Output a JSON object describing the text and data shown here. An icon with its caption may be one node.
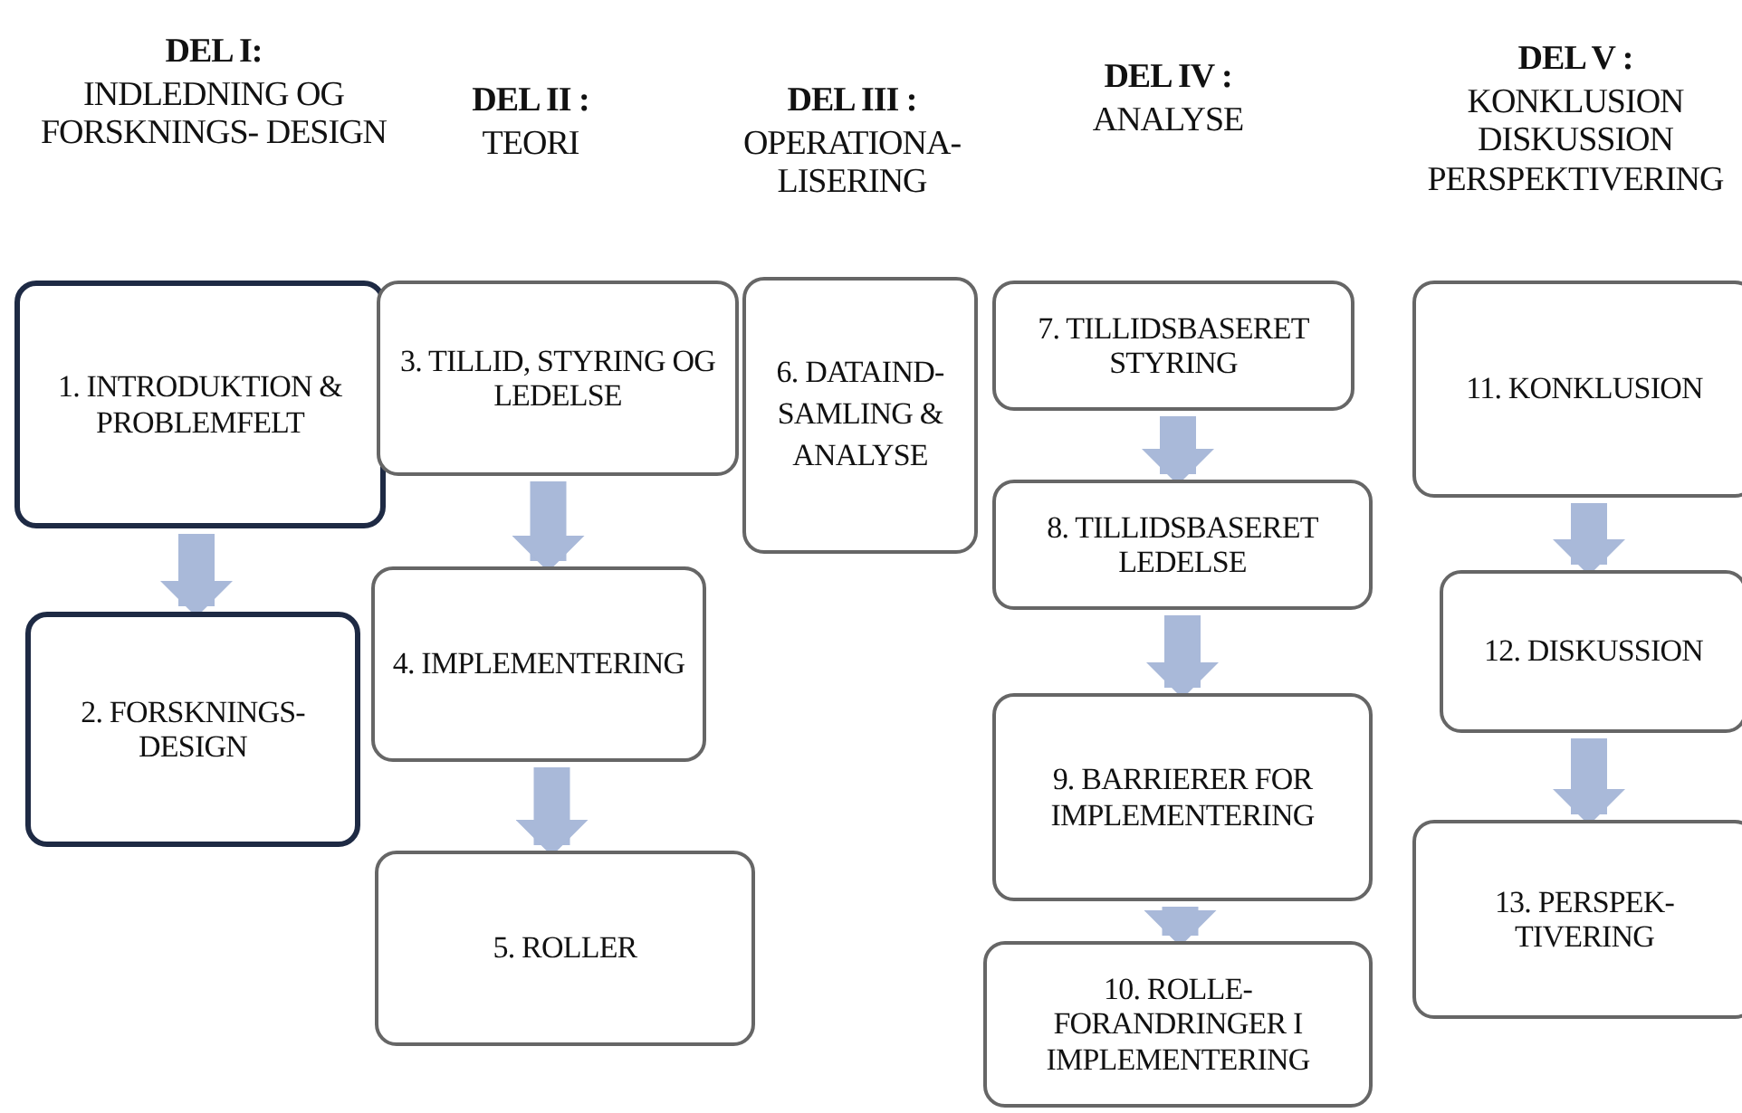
{
  "diagram": {
    "nodes": [
      {
        "text": [
          "1. INTRODUKTION & PROBLEMFELT"
        ]
      },
      {
        "text": [
          "2. FORSKNINGS- DESIGN"
        ]
      },
      {
        "text": [
          "3. TILLID, STYRING OG LEDELSE"
        ]
      },
      {
        "text": [
          "4. IMPLEMENTERING"
        ]
      },
      {
        "text": [
          "5. ROLLER"
        ]
      },
      {
        "text": [
          "6. DATAIND- SAMLING & ANALYSE"
        ]
      },
      {
        "text": [
          "7. TILLIDSBASERET STYRING"
        ]
      },
      {
        "text": [
          "8. TILLIDSBASERET LEDELSE"
        ]
      },
      {
        "text": [
          "9. BARRIERER FOR IMPLEMENTERING"
        ]
      },
      {
        "text": [
          "10. ROLLE- FORANDRINGER I IMPLEMENTERING"
        ]
      },
      {
        "text": [
          "11. KONKLUSION"
        ]
      },
      {
        "text": [
          "12. DISKUSSION"
        ]
      },
      {
        "text": [
          "13. PERSPEK- TIVERING"
        ]
      }
    ],
    "edges": [
      {
        "from": 0,
        "to": 1,
        "arrow": "to"
      },
      {
        "from": 2,
        "to": 3,
        "arrow": "to"
      },
      {
        "from": 3,
        "to": 4,
        "arrow": "to"
      },
      {
        "from": 6,
        "to": 7,
        "arrow": "to"
      },
      {
        "from": 7,
        "to": 8,
        "arrow": "to"
      },
      {
        "from": 8,
        "to": 9,
        "arrow": "to"
      },
      {
        "from": 10,
        "to": 11,
        "arrow": "to"
      },
      {
        "from": 11,
        "to": 12,
        "arrow": "to"
      }
    ],
    "labels": [
      "DEL I:",
      "INDLEDNING OG FORSKNINGS- DESIGN",
      "DEL II :",
      "TEORI",
      "DEL III :",
      "OPERATIONA- LISERING",
      "DEL IV :",
      "ANALYSE",
      "DEL V :",
      "KONKLUSION DISKUSSION PERSPEKTIVERING"
    ]
  }
}
